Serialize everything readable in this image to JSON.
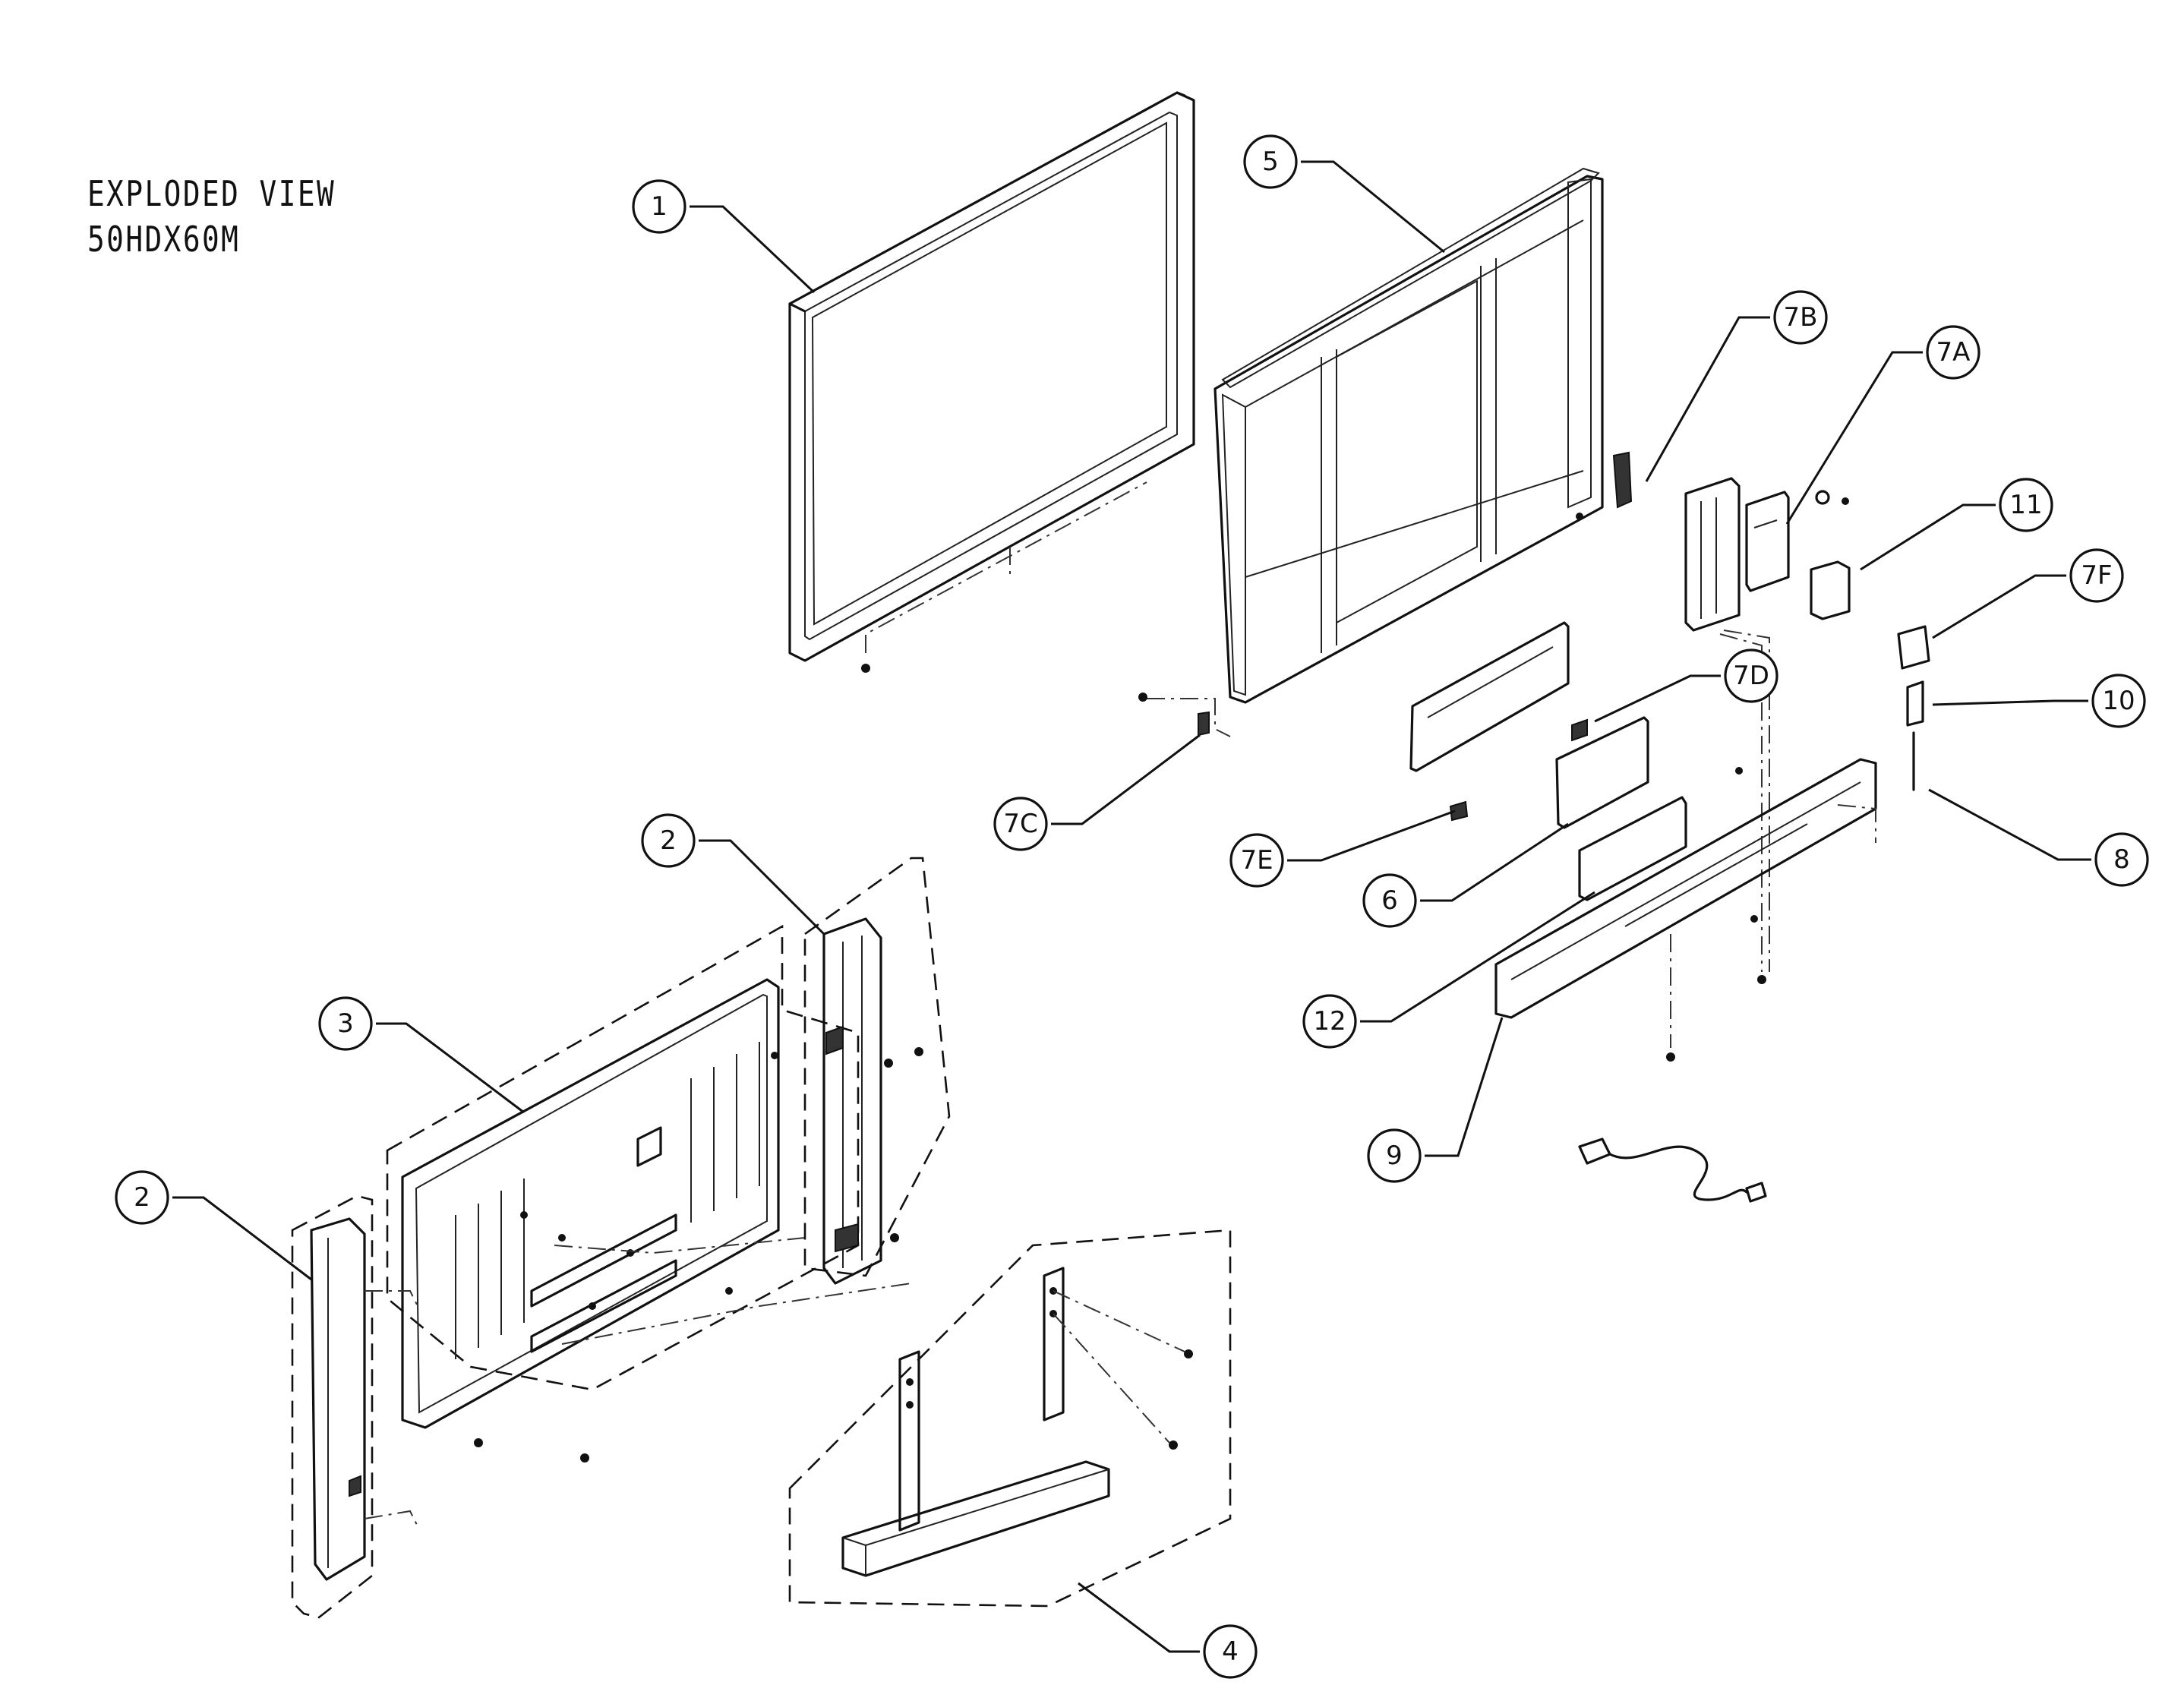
{
  "title": {
    "line1": "EXPLODED VIEW",
    "line2": "50HDX60M"
  },
  "callouts": {
    "c1": "1",
    "c2a": "2",
    "c2b": "2",
    "c3": "3",
    "c4": "4",
    "c5": "5",
    "c6": "6",
    "c7a": "7A",
    "c7b": "7B",
    "c7c": "7C",
    "c7d": "7D",
    "c7e": "7E",
    "c7f": "7F",
    "c8": "8",
    "c9": "9",
    "c10": "10",
    "c11": "11",
    "c12": "12"
  }
}
